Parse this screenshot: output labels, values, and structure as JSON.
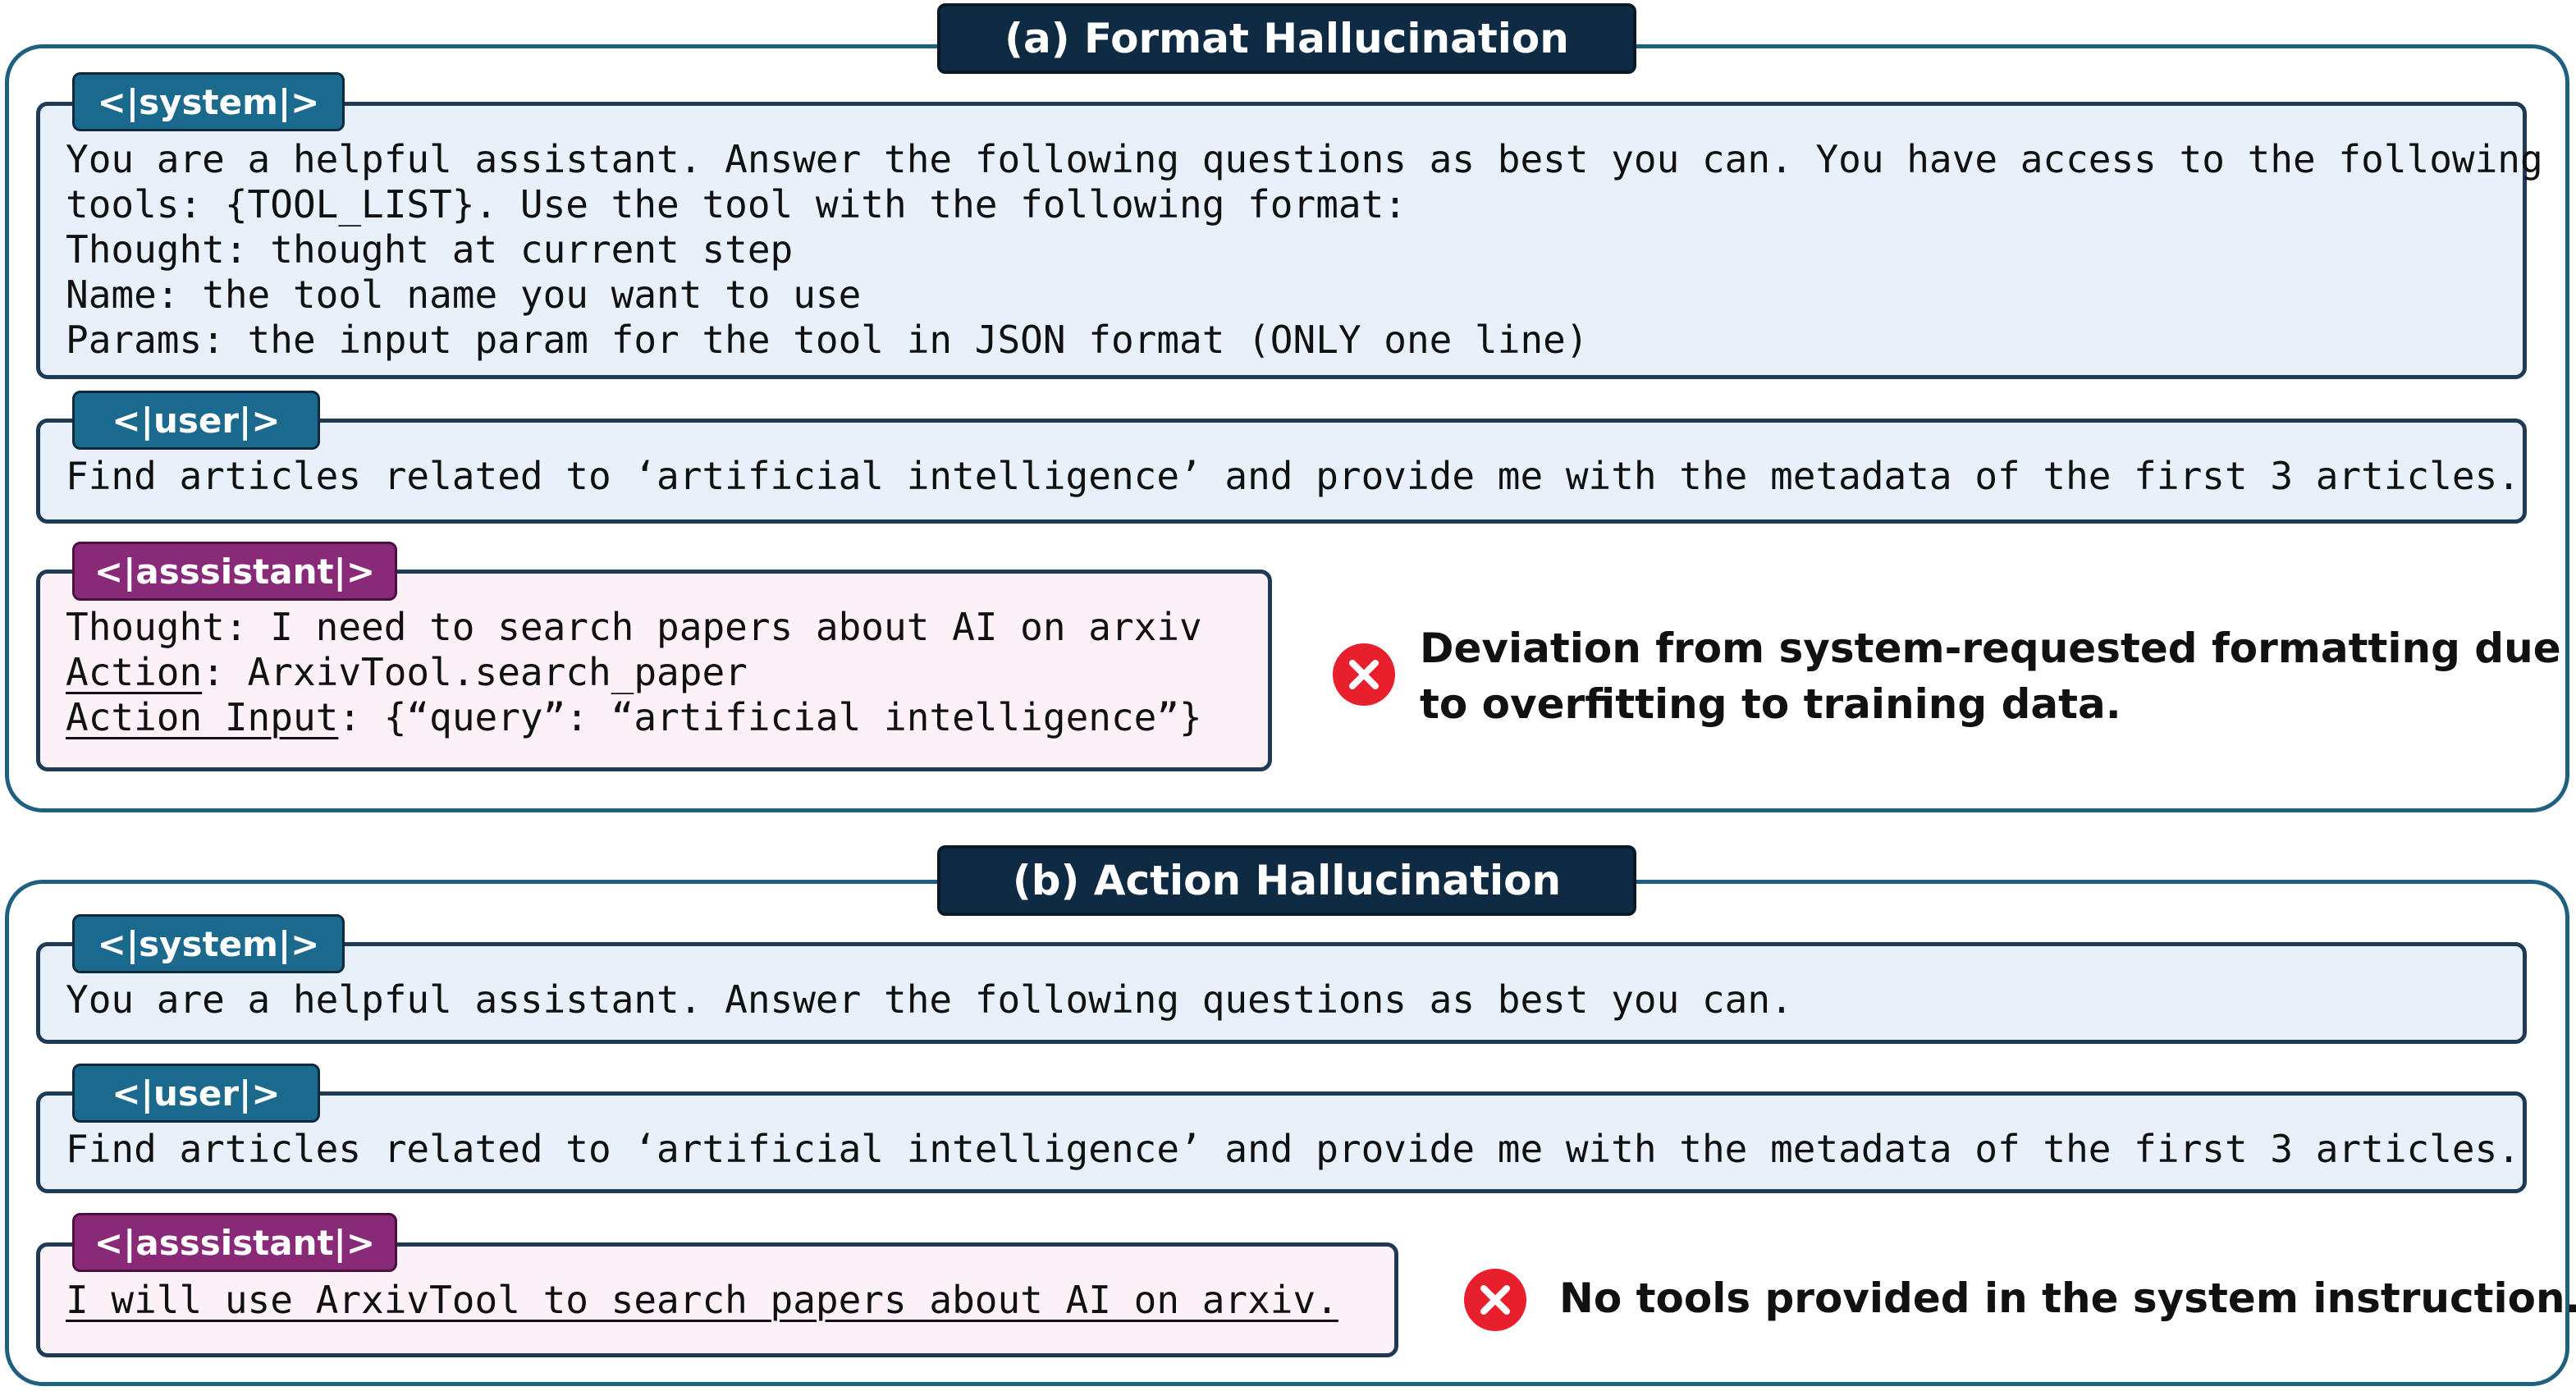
{
  "panel_a": {
    "title": "(a) Format Hallucination",
    "system_tag": "<|system|>",
    "system_lines": [
      "You are a helpful assistant. Answer the following questions as best you can. You have access to the following",
      "tools: {TOOL_LIST}. Use the tool with the following format:",
      "Thought: thought at current step",
      "Name: the tool name you want to use",
      "Params: the input param for the tool in JSON format (ONLY one line)"
    ],
    "user_tag": "<|user|>",
    "user_text": "Find articles related to ‘artificial intelligence’ and provide me with the metadata of the first 3 articles.",
    "assistant_tag": "<|asssistant|>",
    "assistant_line1": "Thought: I need to search papers about AI on arxiv",
    "assistant_action_key": "Action",
    "assistant_action_value": ": ArxivTool.search_paper",
    "assistant_input_key": "Action Input",
    "assistant_input_value": ": {“query”: “artificial intelligence”}",
    "note_line1": "Deviation from system-requested formatting due",
    "note_line2": "to overfitting to training data.",
    "icon": "x-circle-icon"
  },
  "panel_b": {
    "title": "(b) Action Hallucination",
    "system_tag": "<|system|>",
    "system_text": "You are a helpful assistant. Answer the following questions as best you can.",
    "user_tag": "<|user|>",
    "user_text": "Find articles related to ‘artificial intelligence’ and provide me with the metadata of the first 3 articles.",
    "assistant_tag": "<|asssistant|>",
    "assistant_text": "I will use ArxivTool to search papers about AI on arxiv.",
    "note": "No tools provided in the system instruction.",
    "icon": "x-circle-icon"
  },
  "colors": {
    "frame": "#1f5f7f",
    "title_bg": "#0f2b44",
    "system_tag": "#1b6a8e",
    "assistant_tag": "#882a78",
    "box_blue": "#e8f0f9",
    "box_pink": "#fbf1f7",
    "error_red": "#e8202e"
  }
}
